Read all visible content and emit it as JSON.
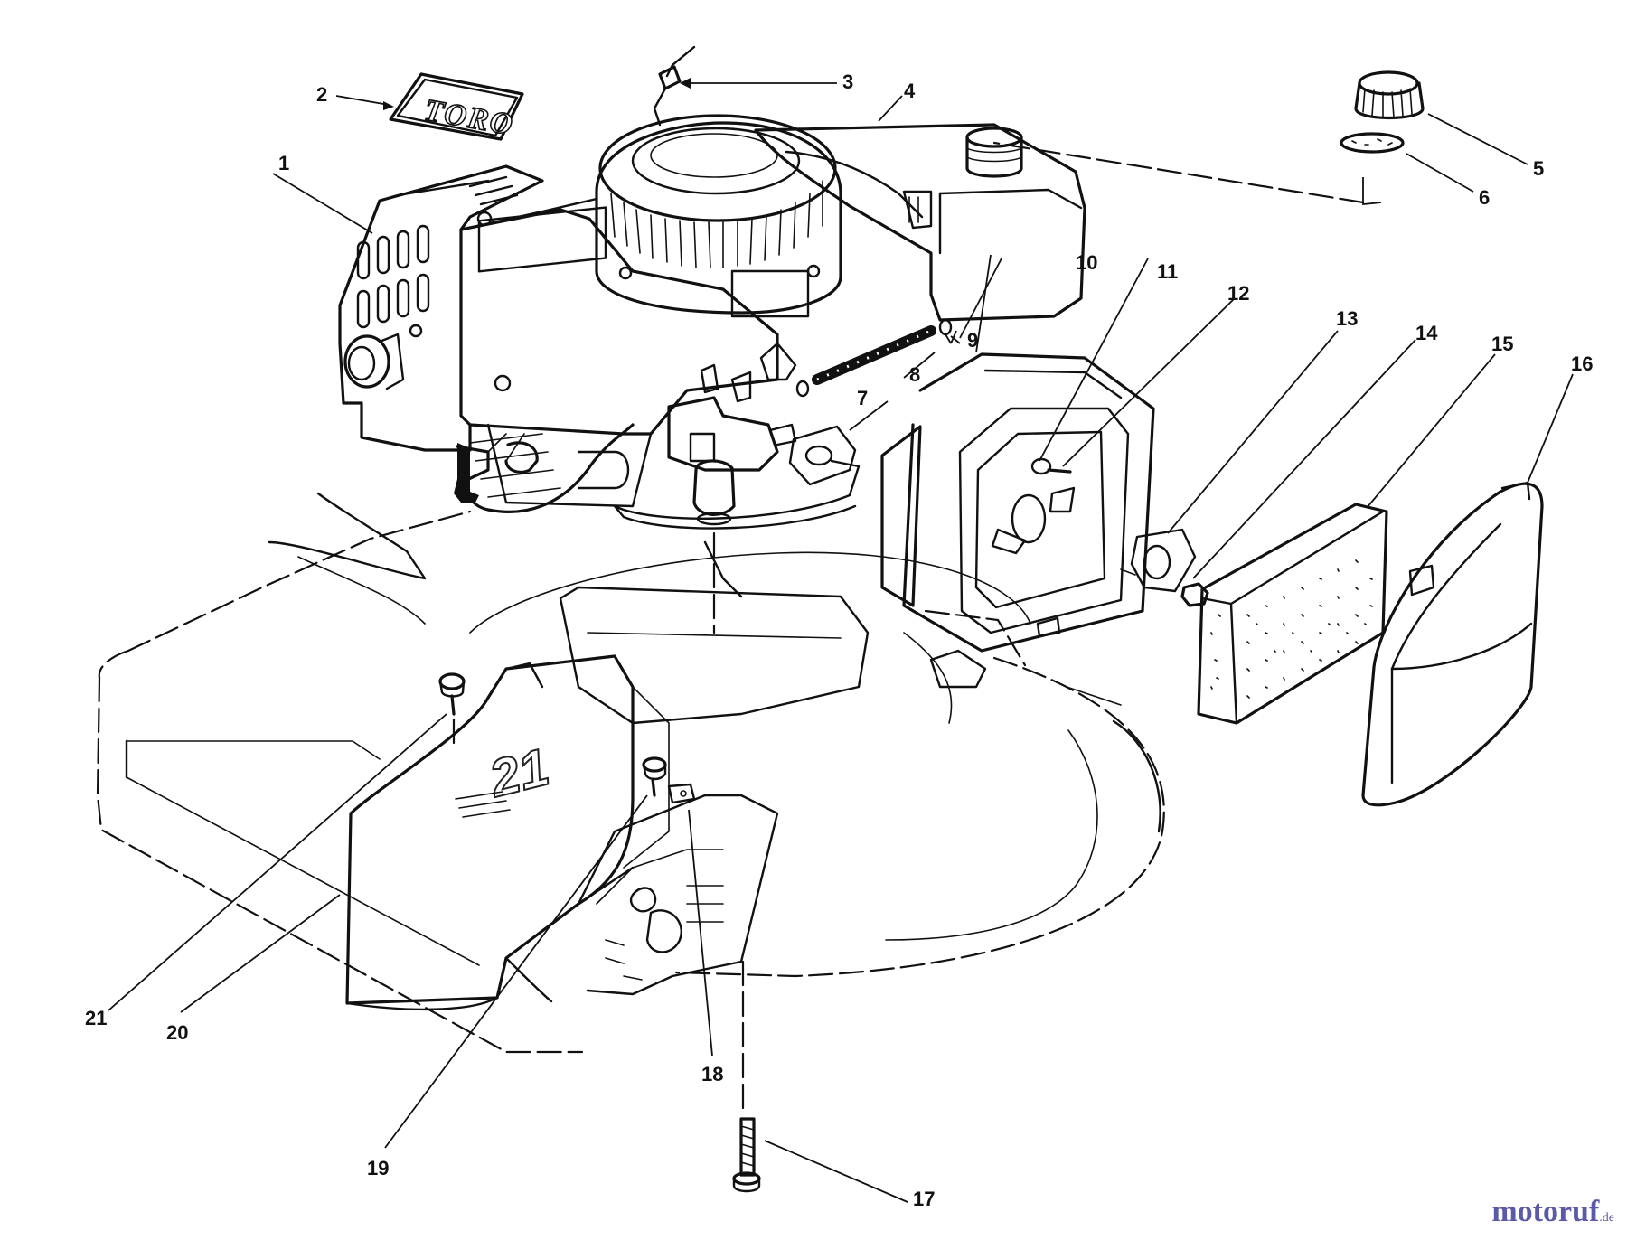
{
  "diagram": {
    "decal_text": "TORO",
    "deck_marking": "21",
    "callouts": [
      {
        "id": "callout-1",
        "label": "1"
      },
      {
        "id": "callout-2",
        "label": "2"
      },
      {
        "id": "callout-3",
        "label": "3"
      },
      {
        "id": "callout-4",
        "label": "4"
      },
      {
        "id": "callout-5",
        "label": "5"
      },
      {
        "id": "callout-6",
        "label": "6"
      },
      {
        "id": "callout-7",
        "label": "7"
      },
      {
        "id": "callout-8",
        "label": "8"
      },
      {
        "id": "callout-9",
        "label": "9"
      },
      {
        "id": "callout-10",
        "label": "10"
      },
      {
        "id": "callout-11",
        "label": "11"
      },
      {
        "id": "callout-12",
        "label": "12"
      },
      {
        "id": "callout-13",
        "label": "13"
      },
      {
        "id": "callout-14",
        "label": "14"
      },
      {
        "id": "callout-15",
        "label": "15"
      },
      {
        "id": "callout-16",
        "label": "16"
      },
      {
        "id": "callout-17",
        "label": "17"
      },
      {
        "id": "callout-18",
        "label": "18"
      },
      {
        "id": "callout-19",
        "label": "19"
      },
      {
        "id": "callout-20",
        "label": "20"
      },
      {
        "id": "callout-21",
        "label": "21"
      }
    ]
  },
  "watermark": {
    "name": "motoruf",
    "tld": ".de"
  }
}
